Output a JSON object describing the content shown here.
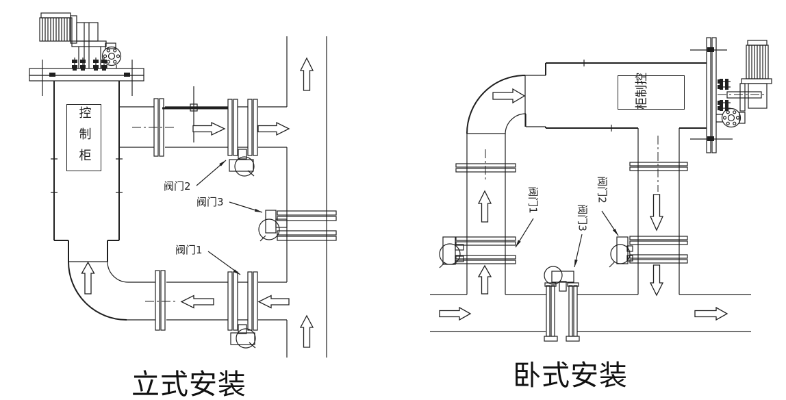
{
  "diagrams": {
    "left": {
      "caption": "立式安装",
      "cabinet_label": "控制柜",
      "valve1_label": "阀门1",
      "valve2_label": "阀门2",
      "valve3_label": "阀门3"
    },
    "right": {
      "caption": "卧式安装",
      "cabinet_label": "控制柜",
      "valve1_label": "阀门1",
      "valve2_label": "阀门2",
      "valve3_label": "阀门3"
    }
  },
  "colors": {
    "line": "#1f1f1f",
    "background": "#ffffff"
  }
}
